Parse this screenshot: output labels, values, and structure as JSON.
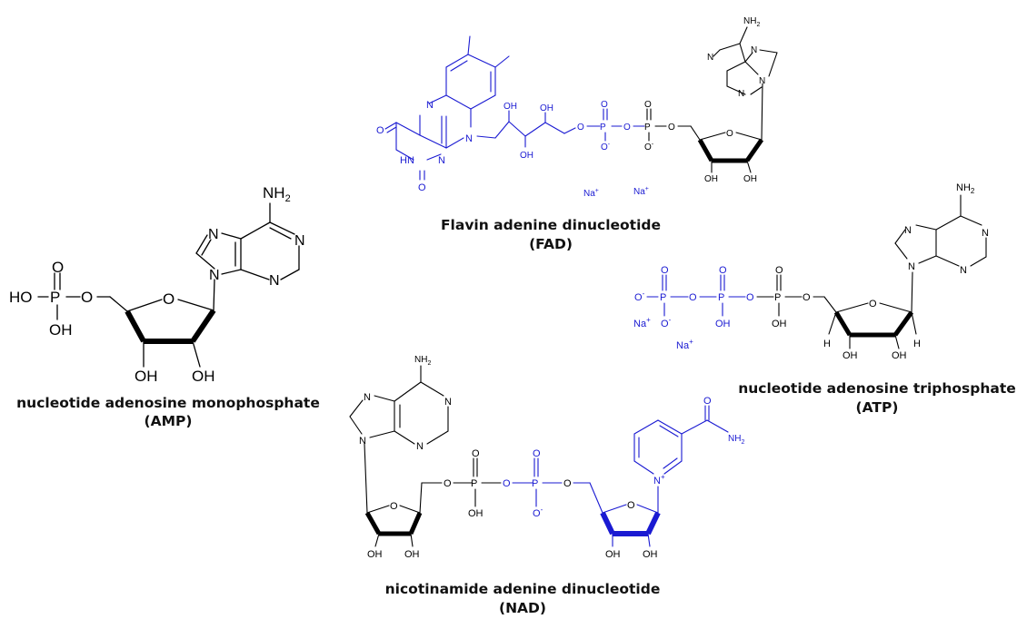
{
  "colors": {
    "black": "#000000",
    "blue": "#1a1ad2"
  },
  "amp": {
    "title_line1": "nucleotide adenosine monophosphate",
    "title_line2": "(AMP)",
    "labels": {
      "nh2": "NH",
      "nh2_sub": "2",
      "n1": "N",
      "n2": "N",
      "n3": "N",
      "n4": "N",
      "o_top": "O",
      "ho": "HO",
      "p": "P",
      "o_link": "O",
      "oh_p": "OH",
      "o_ring": "O",
      "oh_a": "OH",
      "oh_b": "OH"
    }
  },
  "fad": {
    "title_line1": "Flavin adenine dinucleotide",
    "title_line2": "(FAD)",
    "labels": {
      "nh2": "NH",
      "nh2_sub": "2",
      "n_a1": "N",
      "n_a2": "N",
      "n_a3": "N",
      "n_a4": "N",
      "n_f1": "N",
      "n_f2": "N",
      "n_f3": "N",
      "hn": "HN",
      "o_f1": "O",
      "o_f2": "O",
      "oh1": "OH",
      "oh2": "OH",
      "oh3": "OH",
      "o1": "O",
      "p1": "P",
      "o2": "O",
      "p2": "P",
      "o3": "O",
      "oa": "O",
      "ob": "O",
      "om1": "O",
      "om2": "O",
      "o_ring": "O",
      "oh_r1": "OH",
      "oh_r2": "OH",
      "na1": "Na",
      "na2": "Na",
      "sup_plus": "+",
      "sup_minus": "-"
    }
  },
  "atp": {
    "title_line1": "nucleotide adenosine triphosphate",
    "title_line2": "(ATP)",
    "labels": {
      "nh2": "NH",
      "nh2_sub": "2",
      "n1": "N",
      "n2": "N",
      "n3": "N",
      "n4": "N",
      "o_t1": "O",
      "o_t2": "O",
      "o_t3": "O",
      "om_l": "O",
      "p1": "P",
      "o_b1": "O",
      "p2": "P",
      "o_b2": "O",
      "p3": "P",
      "o_b3": "O",
      "om_b": "O",
      "oh_p2": "OH",
      "oh_p3": "OH",
      "o_ring": "O",
      "h1": "H",
      "h2": "H",
      "oh_a": "OH",
      "oh_b": "OH",
      "na1": "Na",
      "na2": "Na",
      "sup_plus": "+",
      "sup_minus": "-"
    }
  },
  "nad": {
    "title_line1": "nicotinamide adenine dinucleotide",
    "title_line2": "(NAD)",
    "labels": {
      "nh2": "NH",
      "nh2_sub": "2",
      "n1": "N",
      "n2": "N",
      "n3": "N",
      "n4": "N",
      "o_l": "O",
      "p1": "P",
      "o_m": "O",
      "p2": "P",
      "o_r": "O",
      "o_t1": "O",
      "o_t2": "O",
      "oh_p1": "OH",
      "om_p2": "O",
      "o_ring1": "O",
      "oh_r1a": "OH",
      "oh_r1b": "OH",
      "o_ring2": "O",
      "oh_r2a": "OH",
      "oh_r2b": "OH",
      "n_pyr": "N",
      "o_amide": "O",
      "nh2_amide": "NH",
      "nh2_amide_sub": "2",
      "sup_plus": "+",
      "sup_minus": "-"
    }
  }
}
